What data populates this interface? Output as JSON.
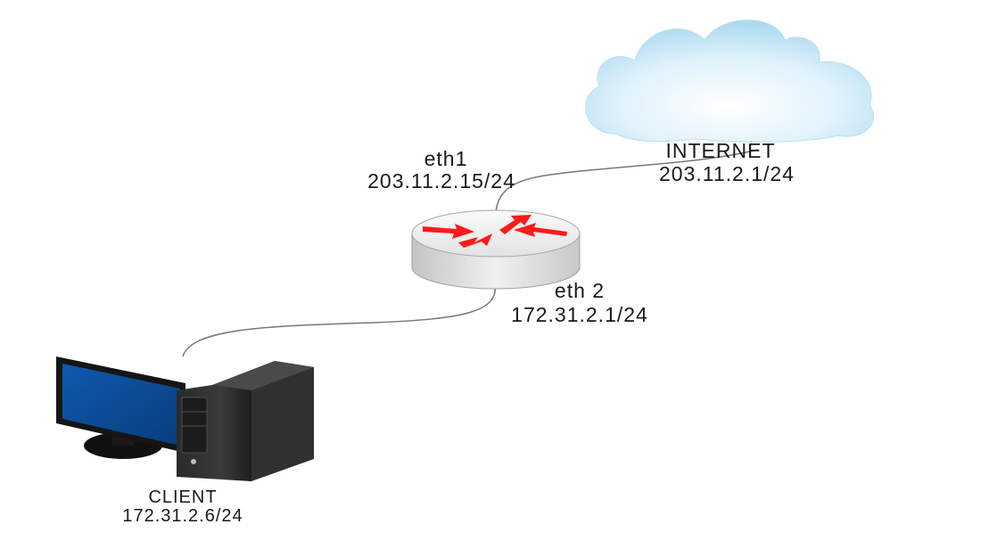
{
  "internet": {
    "name": "INTERNET",
    "ip": "203.11.2.1/24"
  },
  "router": {
    "eth1": {
      "name": "eth1",
      "ip": "203.11.2.15/24"
    },
    "eth2": {
      "name": "eth 2",
      "ip": "172.31.2.1/24"
    }
  },
  "client": {
    "name": "CLIENT",
    "ip": "172.31.2.6/24"
  },
  "colors": {
    "cloud": "#bfe3f4",
    "router_body": "#d9d9d9",
    "arrows": "#ff1a1a",
    "screen": "#0b4f9c",
    "tower": "#2e2e2e",
    "cable": "#777777"
  }
}
